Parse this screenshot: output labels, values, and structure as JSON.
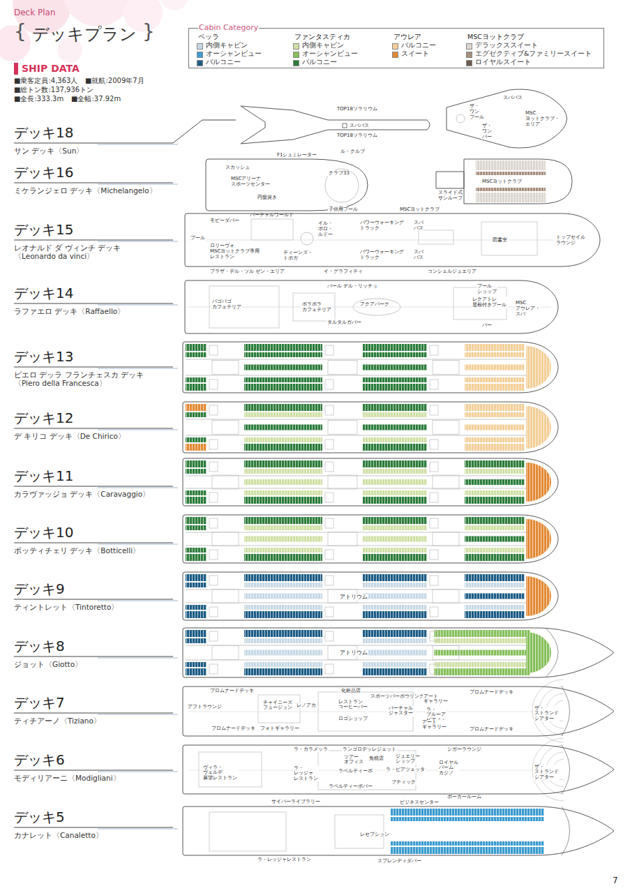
{
  "diagram": {
    "title": "デッキプラン",
    "nodes": [
      {
        "text": [
          "Cabin Category",
          "ベッラ",
          "ファンタスティカ",
          "アウレア",
          "MSCヨットクラブ"
        ]
      },
      {
        "text": [
          "TOP18ソラリウム",
          "スパバス",
          "TOP18ソラリウム"
        ]
      },
      {
        "text": [
          "スパバス",
          "ザ・ワン プール",
          "MSC ヨットクラブ・ エリア",
          "ザ・ワン バー"
        ]
      },
      {
        "text": [
          "F1シュミレーター",
          "ル・クルブ",
          "スカッシュ",
          "クラブ33",
          "MSCアリーナ スポーツセンター",
          "円盤突き",
          "バーチャルワールド"
        ]
      },
      {
        "text": [
          "スライド式 サンルーフ",
          "MSCヨットクラブ"
        ]
      },
      {
        "text": [
          "モビーダバー",
          "プール",
          "ロリーヴォ MSCヨットクラブ専用 レストラン",
          "プラザ・デル・ソル ゼン・エリア",
          "子供用プール",
          "イル・ボロ・ ルドー",
          "ティーンズ・ トポガ",
          "イ・グラフィティ",
          "パワーウォーキング トラック",
          "パワーウォーキング トラック",
          "MSCヨットクラブ",
          "スパ バス",
          "スパ バス",
          "図書室",
          "トップセイル ラウンジ",
          "コンシェルジュエリア"
        ]
      },
      {
        "text": [
          "パゴパゴ カフェテリア",
          "バール デル・リッチョ",
          "ボラボラ カフェテリア",
          "アクアパーク",
          "タルタルガバー",
          "プール ショップ",
          "レクアトレ 屋根付きプール",
          "バー",
          "MSC アウレア・スパ"
        ]
      },
      {
        "text": [
          "アトリウム"
        ]
      },
      {
        "text": [
          "アトリウム"
        ]
      },
      {
        "text": [
          "プロムナードデッキ",
          "アフトラウンジ",
          "チャイニーズ フュージョン",
          "レノアカ",
          "プロムナードデッキ",
          "フォトギャラリー",
          "化粧品店",
          "レストラン コーヒーバー",
          "ロゴショップ",
          "スポーツバーボウリング",
          "バーチャル ジャスター",
          "アート ギャラリー",
          "ラ・ブルーア ピアノ・バー",
          "アート ギャラリー",
          "プロムナードデッキ",
          "プロムナードデッキ",
          "ザ・ストランド シアター"
        ]
      },
      {
        "text": [
          "ラ・カラメッラ",
          "ヴィラ・ヴェルデ 展望レストラン",
          "ラ・レッジャ レストラン",
          "ランゴロデッレジェット",
          "ツアー オフィス",
          "免税店",
          "ジュエリー ショップ",
          "シガーラウンジ",
          "ラ・ピアツェッタ",
          "ラベルティーボ",
          "ロイヤル パーム カジノ",
          "ザ・ストランド シアター",
          "ラベルティーボバー",
          "ブティック",
          "ポーカールーム"
        ]
      },
      {
        "text": [
          "サイバーライブラリー",
          "ビジネスセンター",
          "レセプション",
          "ラ・レッジャレストラン",
          "スプレンディダバー"
        ]
      }
    ],
    "labels": [
      "Deck Plan",
      "{",
      "}",
      "SHIP DATA",
      "■乗客定員:4,363人",
      "■就航:2009年7月",
      "■総トン数:137,936トン",
      "■全長:333.3m",
      "■全幅:37.92m",
      "デッキ18",
      "サン デッキ〈Sun〉",
      "デッキ16",
      "ミケランジェロ デッキ〈Michelangelo〉",
      "デッキ15",
      "レオナルド ダ ヴィンチ デッキ 〈Leonardo da vinci〉",
      "デッキ14",
      "ラファエロ デッキ〈Raffaello〉",
      "デッキ13",
      "ピエロ デッラ フランチェスカ デッキ 〈Piero della Francesca〉",
      "デッキ12",
      "デ キリコ デッキ〈De Chirico〉",
      "デッキ11",
      "カラヴァッジョ デッキ〈Caravaggio〉",
      "デッキ10",
      "ボッティチェリ デッキ〈Botticelli〉",
      "デッキ9",
      "ティントレット〈Tintoretto〉",
      "デッキ8",
      "ジョット〈Giotto〉",
      "デッキ7",
      "ティチアーノ〈Tiziano〉",
      "デッキ6",
      "モディリアーニ〈Modigliani〉",
      "デッキ5",
      "カナレット〈Canaletto〉",
      "7"
    ],
    "legend": [
      {
        "text": "内側キャビン",
        "color": "#c7d9e6"
      },
      {
        "text": "オーシャンビュー",
        "color": "#3d9ccf"
      },
      {
        "text": "バルコニー",
        "color": "#1d5d86"
      },
      {
        "text": "内側キャビン",
        "color": "#cfe0a4"
      },
      {
        "text": "オーシャンビュー",
        "color": "#86bf5c"
      },
      {
        "text": "バルコニー",
        "color": "#2d7d3c"
      },
      {
        "text": "バルコニー",
        "color": "#f3cf98"
      },
      {
        "text": "スイート",
        "color": "#e38a35"
      },
      {
        "text": "デラックススイート",
        "color": "#dcd6cf"
      },
      {
        "text": "エグゼクティブ&ファミリースイート",
        "color": "#a78f7d"
      },
      {
        "text": "ロイヤルスイート",
        "color": "#6d5c52"
      }
    ]
  }
}
